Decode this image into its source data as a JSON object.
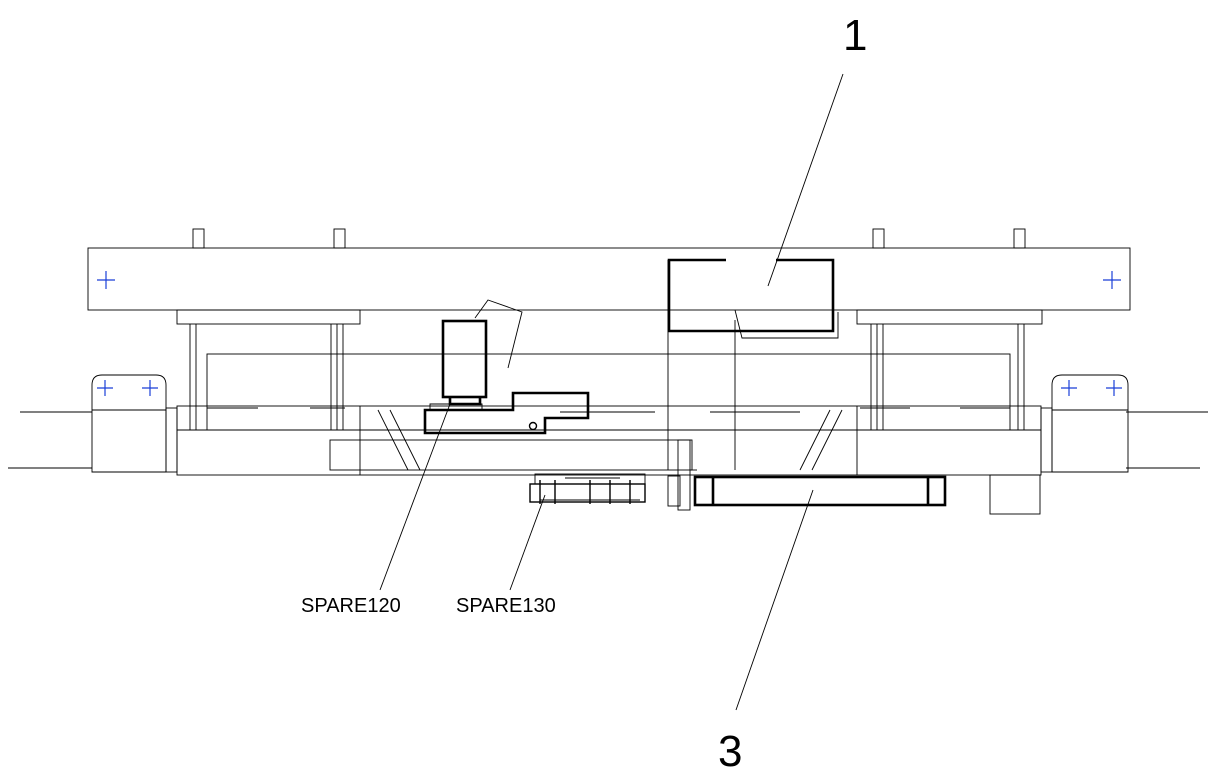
{
  "callouts": {
    "one": "1",
    "three": "3",
    "spare120": "SPARE120",
    "spare130": "SPARE130"
  },
  "colors": {
    "line": "#000000",
    "mark": "#1a3fd8",
    "background": "#ffffff"
  }
}
